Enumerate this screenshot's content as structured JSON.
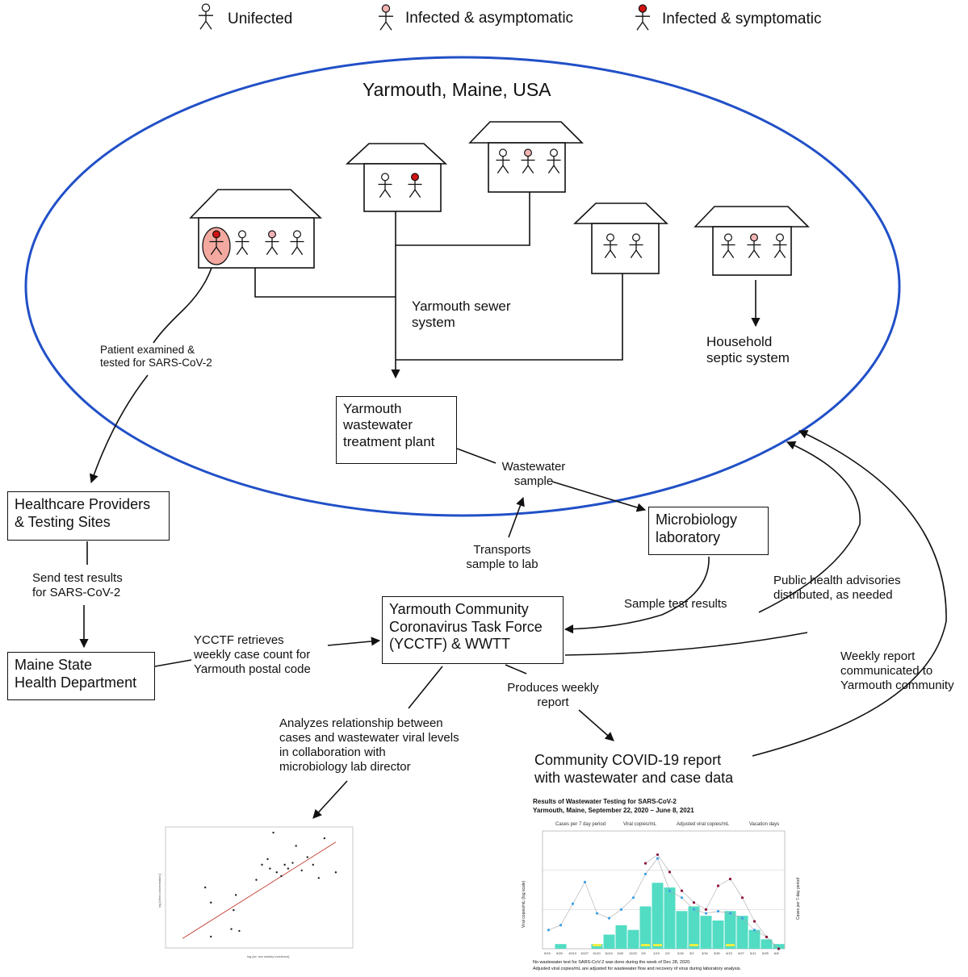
{
  "legend": {
    "uninfected": "Unifected",
    "asymptomatic": "Infected & asymptomatic",
    "symptomatic": "Infected & symptomatic"
  },
  "town_title": "Yarmouth, Maine, USA",
  "sewer_label": "Yarmouth sewer\nsystem",
  "septic_label": "Household\nseptic system",
  "patient_label": "Patient examined &\ntested for SARS-CoV-2",
  "boxes": {
    "wwtp": "Yarmouth\nwastewater\ntreatment plant",
    "healthcare": "Healthcare Providers\n& Testing Sites",
    "microlab": "Microbiology\nlaboratory",
    "maine": "Maine State\nHealth Department",
    "ycctf": "Yarmouth Community\nCoronavirus Task Force\n(YCCTF) & WWTT"
  },
  "labels": {
    "wastewater_sample": "Wastewater\nsample",
    "transports": "Transports\nsample to lab",
    "send_results": "Send test results\nfor SARS-CoV-2",
    "sample_results": "Sample test results",
    "advisories": "Public health advisories\ndistributed, as needed",
    "retrieves": "YCCTF retrieves\nweekly case count for\nYarmouth postal code",
    "produces": "Produces weekly\nreport",
    "weekly_report": "Weekly report\ncommunicated to\nYarmouth community",
    "analyzes": "Analyzes relationship between\ncases and wastewater viral levels\nin collaboration with\nmicrobiology lab director",
    "community_report": "Community COVID-19 report\nwith wastewater and case data"
  },
  "report_chart": {
    "title": "Results of Wastewater Testing for SARS-CoV-2",
    "subtitle": "Yarmouth, Maine, September 22, 2020 – June 8, 2021",
    "legend": [
      "Cases per 7 day period",
      "Viral copies/mL",
      "Adjusted viral copies/mL",
      "Vacation days"
    ],
    "ylabel_left": "Viral copies/mL (log scale)",
    "ylabel_right": "Cases per 7-day period",
    "footnote": "No wastewater test for SARS-CoV-2 was done during the week of Dec 28, 2020.\nAdjusted viral copies/mL are adjusted for wastewater flow and recovery of virus during laboratory analysis.",
    "colors": {
      "bars": "#52dcc4",
      "viral": "#3ea2e8",
      "adjusted": "#8c1537",
      "vacation": "#eeee44"
    }
  },
  "chart_data": {
    "type": "bar",
    "categories": [
      "9/15",
      "9/29",
      "10/13",
      "10/27",
      "11/10",
      "11/24",
      "12/8",
      "12/22",
      "1/5",
      "1/19",
      "2/2",
      "2/16",
      "3/2",
      "3/16",
      "3/30",
      "4/13",
      "4/27",
      "5/11",
      "5/25",
      "6/8"
    ],
    "series": [
      {
        "name": "Cases per 7 day period",
        "values": [
          0,
          1,
          0,
          0,
          1,
          3,
          5,
          4,
          9,
          14,
          13,
          8,
          9,
          7,
          6,
          8,
          7,
          4,
          2,
          1
        ]
      },
      {
        "name": "Viral copies/mL",
        "values": [
          3,
          4,
          14,
          50,
          8,
          6,
          10,
          20,
          80,
          200,
          30,
          20,
          10,
          8,
          9,
          8,
          6,
          3,
          2,
          1
        ]
      },
      {
        "name": "Adjusted viral copies/mL",
        "values": [
          null,
          null,
          null,
          null,
          null,
          null,
          null,
          null,
          150,
          250,
          90,
          30,
          15,
          10,
          40,
          60,
          20,
          5,
          2,
          1
        ]
      }
    ],
    "ylim": [
      1,
      1000
    ],
    "ylim_right": [
      0,
      25
    ]
  },
  "scatter_plot": {
    "xlabel": "log [av. two weekly incidence]",
    "ylabel": "log [Viral concentration]",
    "points": [
      [
        1.05,
        2.0
      ],
      [
        1.1,
        1.6
      ],
      [
        1.28,
        0.9
      ],
      [
        1.3,
        1.4
      ],
      [
        1.32,
        1.8
      ],
      [
        1.5,
        2.2
      ],
      [
        1.55,
        2.6
      ],
      [
        1.6,
        2.75
      ],
      [
        1.62,
        2.5
      ],
      [
        1.68,
        2.4
      ],
      [
        1.72,
        2.3
      ],
      [
        1.75,
        2.6
      ],
      [
        1.78,
        2.5
      ],
      [
        1.82,
        2.65
      ],
      [
        1.85,
        3.1
      ],
      [
        1.95,
        2.8
      ],
      [
        2.0,
        2.6
      ],
      [
        2.05,
        2.25
      ],
      [
        2.1,
        3.3
      ],
      [
        2.2,
        2.4
      ],
      [
        1.9,
        2.45
      ],
      [
        1.65,
        3.45
      ],
      [
        1.1,
        0.7
      ],
      [
        1.35,
        0.85
      ]
    ],
    "fit": [
      [
        0.85,
        0.65
      ],
      [
        2.2,
        3.2
      ]
    ]
  },
  "houses": [
    {
      "people": [
        "symptomatic",
        "uninfected",
        "asymptomatic",
        "uninfected"
      ]
    },
    {
      "people": [
        "uninfected",
        "symptomatic"
      ]
    },
    {
      "people": [
        "uninfected",
        "asymptomatic",
        "uninfected"
      ]
    },
    {
      "people": [
        "uninfected",
        "uninfected"
      ]
    },
    {
      "people": [
        "uninfected",
        "asymptomatic",
        "uninfected"
      ]
    }
  ],
  "colors": {
    "ellipse": "#2150c7",
    "symptomatic": "#d11313",
    "asymptomatic": "#f2b3b3",
    "highlight": "#f4a9a0"
  }
}
